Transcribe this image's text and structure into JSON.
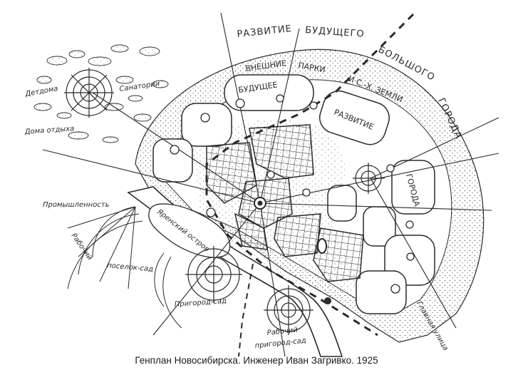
{
  "caption": "Генплан  Новосибирска. Инженер Иван Загривко. 1925",
  "labels": {
    "development": "РАЗВИТИЕ",
    "future": "БУДУЩЕГО",
    "big": "БОЛЬШОГО",
    "city": "ГОРОДА",
    "outer": "ВНЕШНИЕ",
    "parks": "ПАРКИ",
    "future_short": "БУДУЩЕЕ",
    "farm_land": "И С.-Х. ЗЕМЛИ",
    "development_2": "РАЗВИТИЕ",
    "city_2": "ГОРОДА",
    "children_home": "Детдома",
    "sanatoria": "Санатории",
    "rest_homes": "Дома отдыха",
    "industry": "Промышленность",
    "yarensky_island": "Яренский остров",
    "workers": "Рабочий",
    "settlement_garden": "поселок-сад",
    "suburb_garden": "Пригород-сад",
    "workers_2": "Рабочий",
    "suburb_garden_2": "пригород-сад",
    "main_street": "Главная улица"
  },
  "colors": {
    "ink": "#2a2a2a",
    "dots": "#555555",
    "river": "#ffffff",
    "paper": "#ffffff"
  }
}
